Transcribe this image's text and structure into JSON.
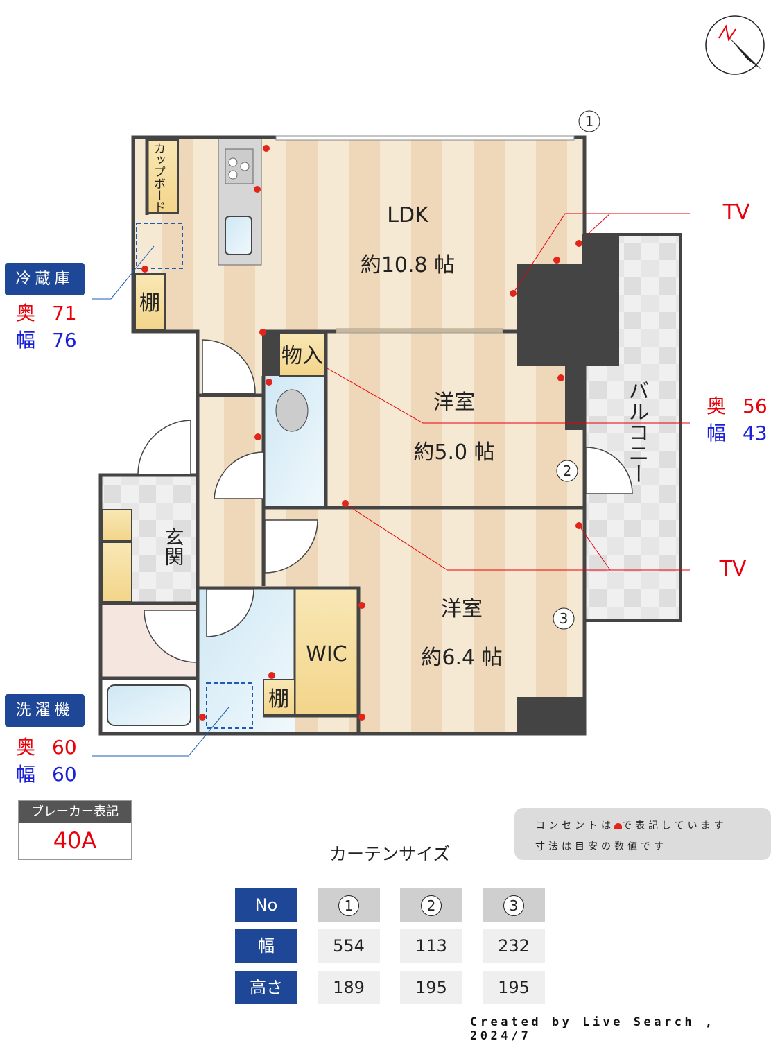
{
  "rooms": {
    "ldk": {
      "name": "LDK",
      "size": "約10.8 帖"
    },
    "western1": {
      "name": "洋室",
      "size": "約5.0 帖"
    },
    "western2": {
      "name": "洋室",
      "size": "約6.4 帖"
    },
    "wic": "WIC",
    "storage": "物入",
    "shelf1": "棚",
    "shelf2": "棚",
    "cupboard": "カップボード",
    "entrance": "玄関",
    "balcony": "バルコニー"
  },
  "markers": {
    "tv1": "TV",
    "tv2": "TV",
    "w1": "1",
    "w2": "2",
    "w3": "3"
  },
  "fridge": {
    "label": "冷蔵庫",
    "depth_label": "奥",
    "depth": "71",
    "width_label": "幅",
    "width": "76"
  },
  "washer": {
    "label": "洗濯機",
    "depth_label": "奥",
    "depth": "60",
    "width_label": "幅",
    "width": "60"
  },
  "balcony_dims": {
    "depth_label": "奥",
    "depth": "56",
    "width_label": "幅",
    "width": "43"
  },
  "breaker": {
    "label": "ブレーカー表記",
    "value": "40A"
  },
  "note": {
    "line1_a": "コンセントは",
    "line1_b": "で表記しています",
    "line2": "寸法は目安の数値です"
  },
  "curtain": {
    "title": "カーテンサイズ",
    "headers": [
      "No",
      "幅",
      "高さ"
    ],
    "columns": [
      {
        "no": "1",
        "width": "554",
        "height": "189"
      },
      {
        "no": "2",
        "width": "113",
        "height": "195"
      },
      {
        "no": "3",
        "width": "232",
        "height": "195"
      }
    ]
  },
  "credit": "Created by Live Search , 2024/7",
  "colors": {
    "accent": "#1f4797",
    "outlet": "#e1251b",
    "wall": "#444444",
    "floor_a": "#f6e9d3",
    "floor_b": "#efd8b9"
  }
}
